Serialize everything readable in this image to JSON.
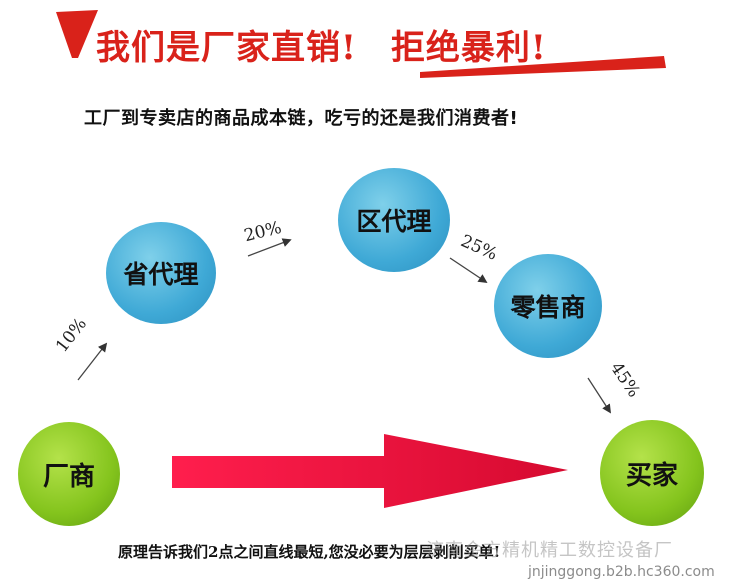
{
  "header": {
    "title_part1": "我们是厂家直销!",
    "title_part2": "拒绝暴利!",
    "subtitle": "工厂到专卖店的商品成本链，吃亏的还是我们消费者!"
  },
  "nodes": {
    "manufacturer": "厂商",
    "provincial_agent": "省代理",
    "district_agent": "区代理",
    "retailer": "零售商",
    "buyer": "买家"
  },
  "markups": {
    "manufacturer_to_provincial": "10%",
    "provincial_to_district": "20%",
    "district_to_retailer": "25%",
    "retailer_to_buyer": "45%"
  },
  "footer": {
    "caption": "原理告诉我们2点之间直线最短,您没必要为层层剥削买单!",
    "watermark_company": "济南金方精机精工数控设备厂",
    "watermark_url": "jnjinggong.b2b.hc360.com"
  },
  "colors": {
    "title_red": "#d9221a",
    "node_blue": "#3fa9d6",
    "node_green": "#84c41d",
    "big_arrow_red": "#e8123e"
  }
}
